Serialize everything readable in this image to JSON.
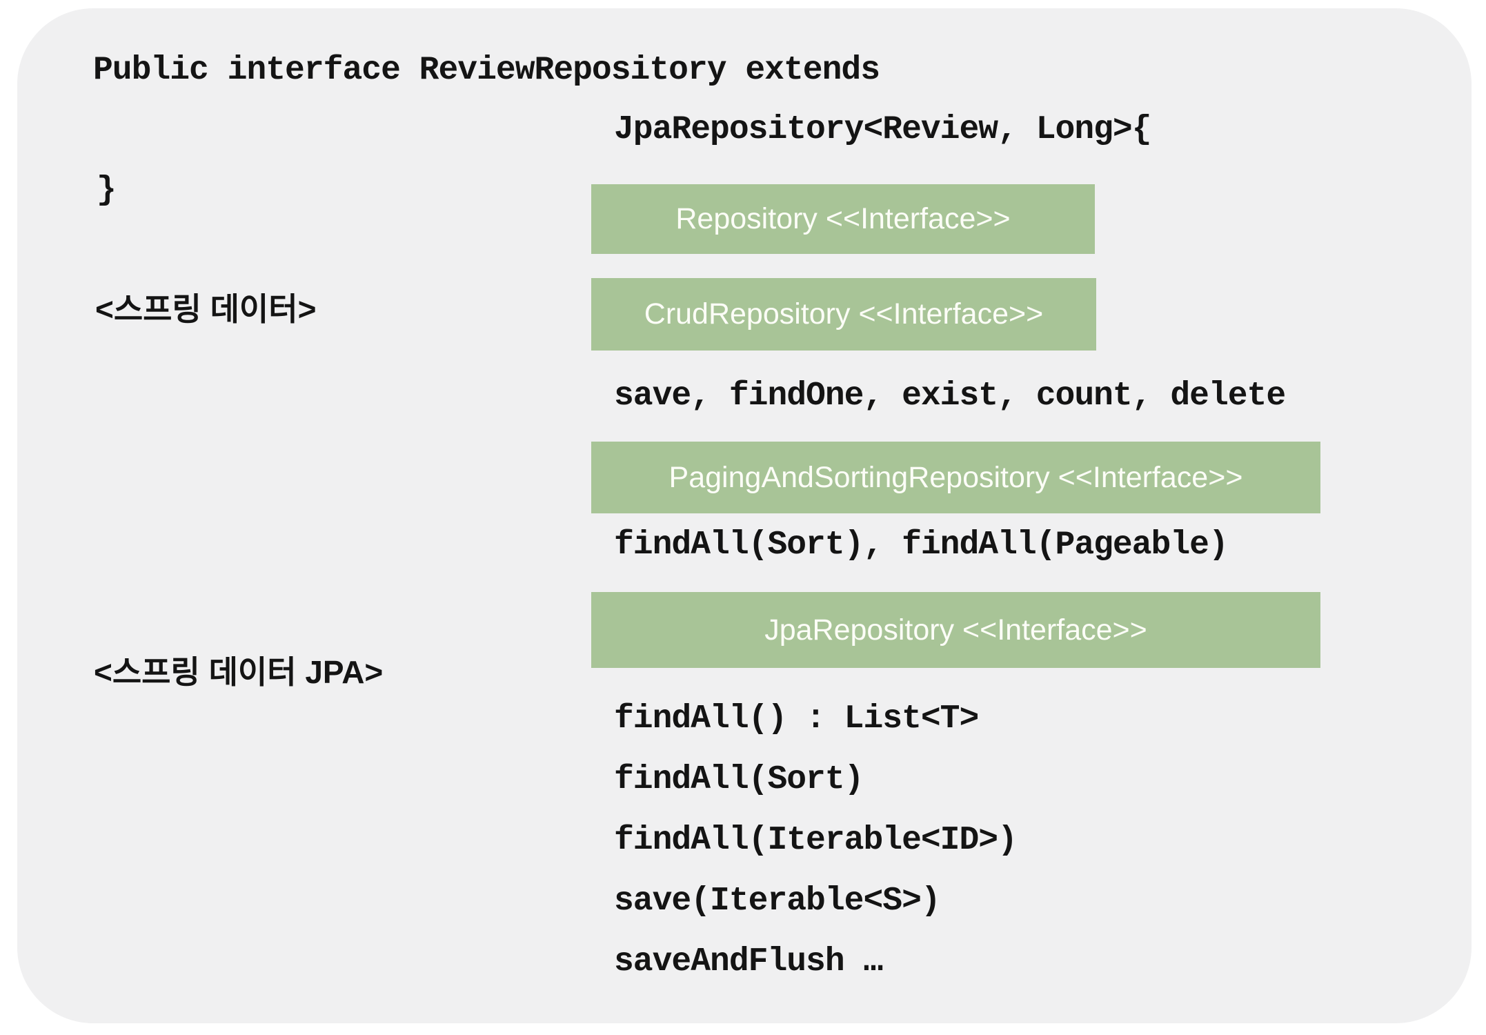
{
  "code_block": {
    "line1": "Public interface ReviewRepository extends",
    "line2": "JpaRepository<Review, Long>{",
    "line3": "}"
  },
  "labels": {
    "spring_data": "<스프링 데이터>",
    "spring_data_jpa": "<스프링 데이터 JPA>"
  },
  "hierarchy": {
    "boxes": [
      {
        "id": "repository",
        "title": "Repository <<Interface>>"
      },
      {
        "id": "crud_repository",
        "title": "CrudRepository <<Interface>>",
        "methods": "save, findOne, exist, count, delete"
      },
      {
        "id": "paging_and_sorting_repository",
        "title": "PagingAndSortingRepository <<Interface>>",
        "methods": "findAll(Sort), findAll(Pageable)"
      },
      {
        "id": "jpa_repository",
        "title": "JpaRepository <<Interface>>",
        "methods_list": [
          "findAll() : List<T>",
          "findAll(Sort)",
          "findAll(Iterable<ID>)",
          "save(Iterable<S>)",
          "saveAndFlush …"
        ]
      }
    ]
  },
  "colors": {
    "box_green": "#a8c497",
    "panel_bg": "#f0f0f1",
    "page_bg": "#ffffff",
    "text": "#141414",
    "box_text": "#fcfdf7"
  }
}
